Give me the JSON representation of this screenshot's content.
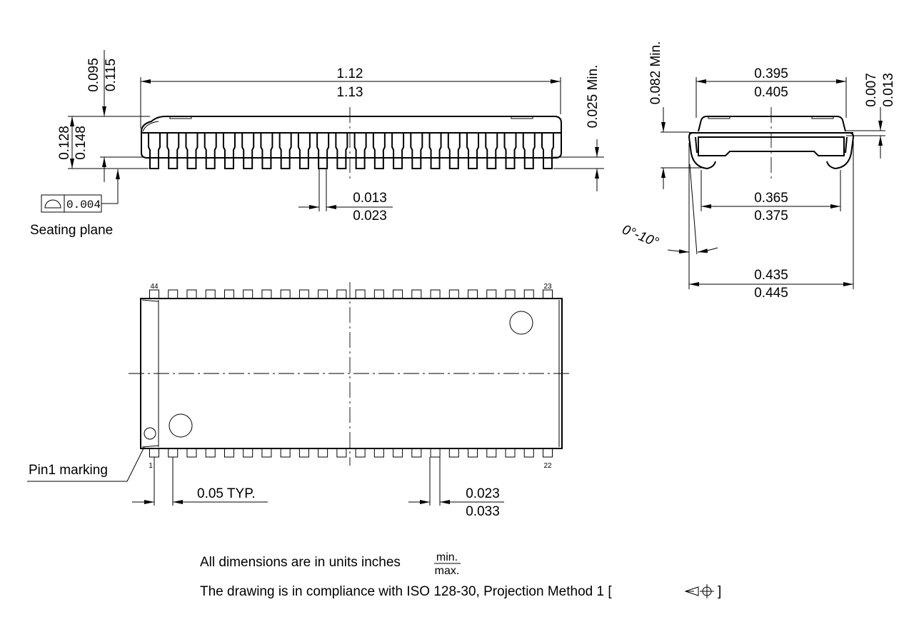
{
  "side_view": {
    "length": {
      "min": "1.12",
      "max": "1.13"
    },
    "standoff": {
      "min": "0.095",
      "max": "0.115"
    },
    "height": {
      "min": "0.128",
      "max": "0.148"
    },
    "lead_clearance": "0.025 Min.",
    "lead_width": {
      "min": "0.013",
      "max": "0.023"
    },
    "flatness_tolerance": "0.004",
    "flatness_symbol": "flatness-icon",
    "seating_plane_label": "Seating plane"
  },
  "end_view": {
    "body_width": {
      "min": "0.395",
      "max": "0.405"
    },
    "body_clearance": "0.082 Min.",
    "lead_thickness": {
      "min": "0.007",
      "max": "0.013"
    },
    "lead_span_inner": {
      "min": "0.365",
      "max": "0.375"
    },
    "lead_span_outer": {
      "min": "0.435",
      "max": "0.445"
    },
    "lead_angle": "0°-10°"
  },
  "top_view": {
    "pin_labels": {
      "top_left": "44",
      "top_right": "23",
      "bottom_left": "1",
      "bottom_right": "22"
    },
    "pins_per_side": 22,
    "pitch": "0.05 TYP.",
    "pin_width": {
      "min": "0.023",
      "max": "0.033"
    },
    "pin1_label": "Pin1 marking"
  },
  "notes": {
    "units_text": "All dimensions are in units inches",
    "fraction_top": "min.",
    "fraction_bottom": "max.",
    "compliance_text": "The drawing is in compliance with ISO 128-30, Projection Method 1 [",
    "compliance_end": "]",
    "projection_symbol": "first-angle-projection-icon"
  }
}
